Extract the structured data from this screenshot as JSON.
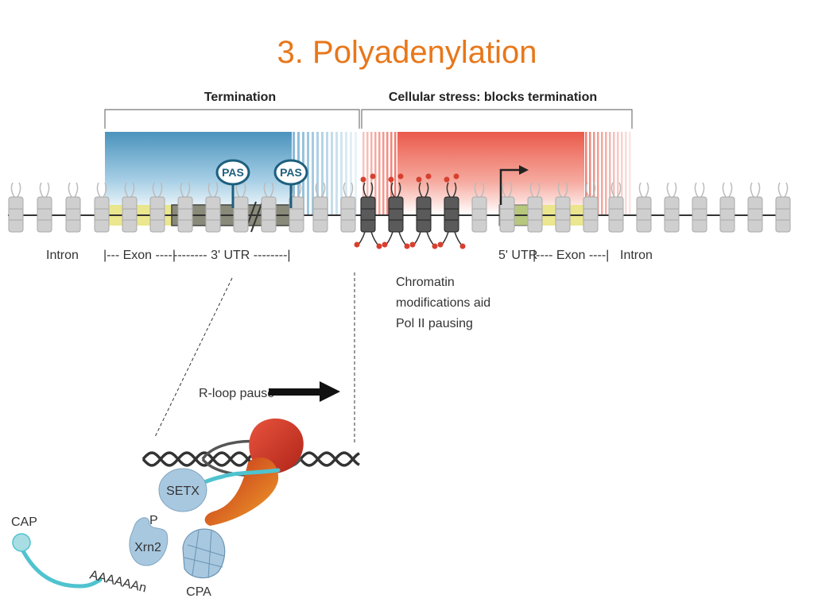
{
  "title": "3. Polyadenylation",
  "colors": {
    "title": "#e8771a",
    "termination_region": "#5aa0c8",
    "stress_region": "#ee6b5d",
    "exon": "#e8e37a",
    "pol_ii": "#d7402e",
    "rna": "#4fc3cf",
    "protein": "#a8c8e0"
  },
  "headers": {
    "termination": "Termination",
    "stress": "Cellular stress: blocks termination"
  },
  "pas": [
    "PAS",
    "PAS"
  ],
  "gene_labels": {
    "intron_left": "Intron",
    "exon_left": "|--- Exon ----|",
    "utr3": "-------- 3' UTR --------|",
    "utr5": "5' UTR",
    "exon_right": "|---- Exon ----|",
    "intron_right": "Intron"
  },
  "chromatin_note": [
    "Chromatin",
    "modifications aid",
    "Pol II pausing"
  ],
  "rloop": "R-loop pause",
  "proteins": {
    "setx": "SETX",
    "p": "P",
    "xrn2": "Xrn2",
    "cpa": "CPA",
    "cap": "CAP",
    "polya": "AAAAAAn"
  },
  "icons": [
    "arrow-right-icon",
    "transcription-start-arrow-icon",
    "nucleosome-icon",
    "dna-helix-icon"
  ]
}
